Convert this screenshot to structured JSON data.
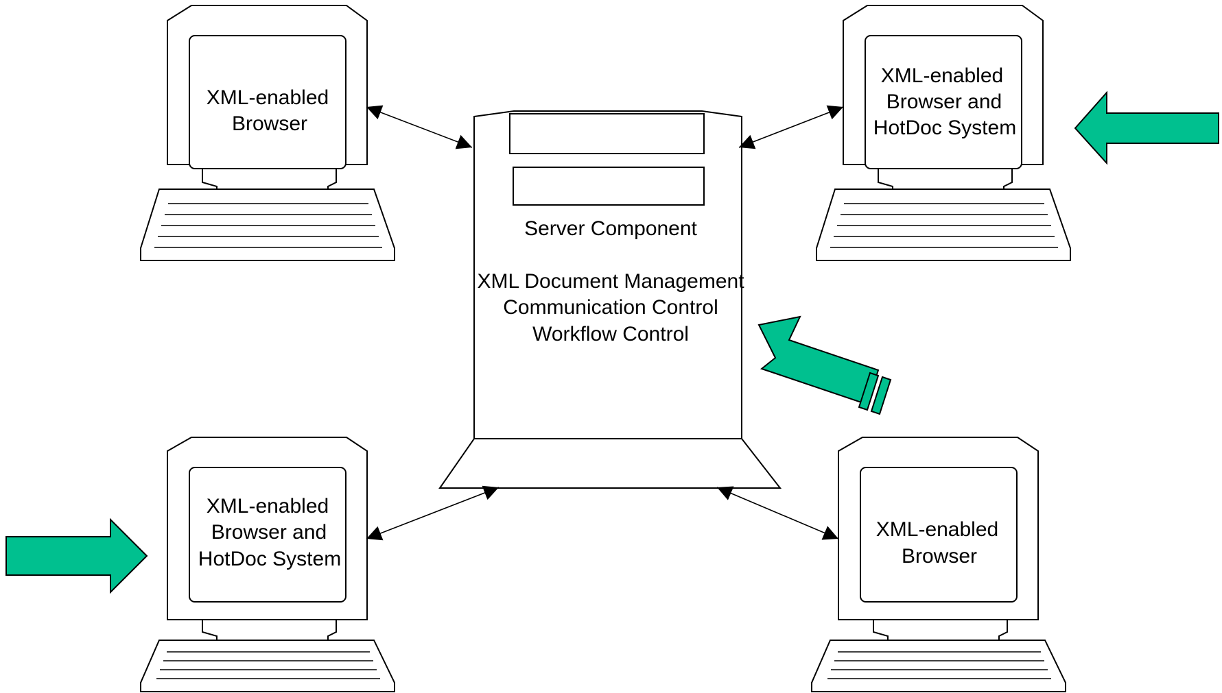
{
  "colors": {
    "accent": "#00c08f",
    "line": "#000000",
    "background": "#ffffff"
  },
  "server": {
    "title": "Server Component",
    "functions": [
      "XML Document Management",
      "Communication Control",
      "Workflow Control"
    ]
  },
  "clients": {
    "top_left": {
      "lines": [
        "XML-enabled",
        "Browser"
      ]
    },
    "top_right": {
      "lines": [
        "XML-enabled",
        "Browser and",
        "HotDoc System"
      ]
    },
    "bottom_left": {
      "lines": [
        "XML-enabled",
        "Browser and",
        "HotDoc System"
      ]
    },
    "bottom_right": {
      "lines": [
        "XML-enabled",
        "Browser"
      ]
    }
  },
  "icons": {
    "computer": "computer-icon",
    "server": "server-icon",
    "accent_arrow": "green-arrow-icon"
  }
}
